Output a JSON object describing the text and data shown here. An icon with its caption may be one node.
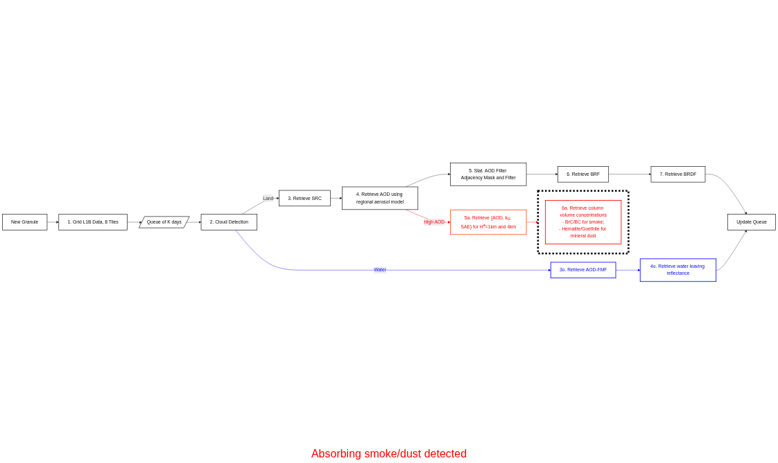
{
  "diagram": {
    "nodes": [
      {
        "text": [
          "New Granule"
        ]
      },
      {
        "text": [
          "1. Grid L1B Data, 8 Tiles"
        ]
      },
      {
        "text": [
          "Queue of K days"
        ]
      },
      {
        "text": [
          "2. Cloud Detection"
        ]
      },
      {
        "text": [
          "3. Retrieve SRC"
        ]
      },
      {
        "text": [
          "3o. Retrieve AOD-FMF"
        ]
      },
      {
        "text": [
          "4o. Retrieve water leaving reflectance"
        ]
      },
      {
        "text": [
          "Update Queue"
        ]
      },
      {
        "text": [
          "4. Retrieve AOD using regional aerosol model"
        ]
      },
      {
        "text": [
          "5. Stat. AOD Filter Adjacency Mask and Filter"
        ]
      },
      {
        "text": [
          "6. Retrieve BRF"
        ]
      },
      {
        "text": [
          "7. Retrieve BRDF"
        ]
      },
      {
        "text": [],
        "shape": "box"
      },
      {
        "text": [
          "6a. Retrieve column volume concentrations",
          "- BrC/BC for smoke;",
          "- Hematite/Goethite for mineral dust"
        ],
        "in": 12
      },
      {
        "text": [
          "5a. Retrieve {AOD, k$_{0}$, SAE} for H$^{a}$=1km and 4km"
        ]
      }
    ],
    "edges": [
      {
        "from": 0,
        "to": 1,
        "arrow": "to"
      },
      {
        "from": 1,
        "to": 2,
        "arrow": "to"
      },
      {
        "from": 2,
        "to": 3,
        "arrow": "to"
      },
      {
        "from": 3,
        "to": 4,
        "arrow": "to",
        "label": "Land"
      },
      {
        "from": 3,
        "to": 5,
        "arrow": "to",
        "label": "Water",
        "color": "#0000ff"
      },
      {
        "from": 5,
        "to": 6,
        "arrow": "to",
        "color": "#0000ff"
      },
      {
        "from": 6,
        "to": 7,
        "arrow": "to"
      },
      {
        "from": 4,
        "to": 8,
        "arrow": "to"
      },
      {
        "from": 8,
        "to": 9,
        "arrow": "to"
      },
      {
        "from": 9,
        "to": 10,
        "arrow": "to"
      },
      {
        "from": 10,
        "to": 11,
        "arrow": "to"
      },
      {
        "from": 11,
        "to": 7,
        "arrow": "to"
      },
      {
        "from": 8,
        "to": 14,
        "arrow": "to",
        "label": "High AOD",
        "color": "#ff0000"
      },
      {
        "from": 14,
        "to": 12,
        "arrow": "to",
        "color": "#ff0000"
      }
    ],
    "labels": [
      "Absorbing smoke/dust detected"
    ]
  }
}
